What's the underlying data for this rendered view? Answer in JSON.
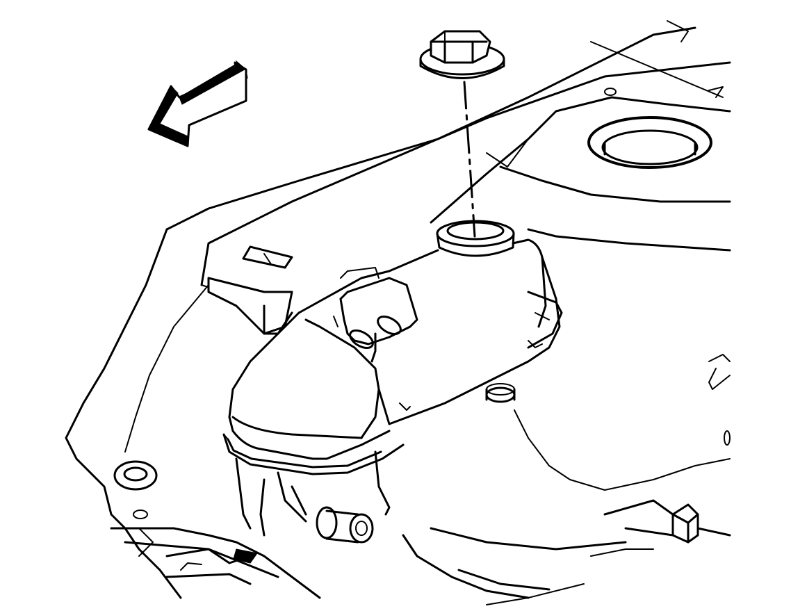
{
  "figure": {
    "colors": {
      "line": "#000000",
      "background": "#ffffff"
    },
    "parts": [
      "direction-arrow",
      "reservoir-cap",
      "coolant-reservoir",
      "strut-tower",
      "fender-panel",
      "mounting-grommet",
      "hose-outlet"
    ]
  }
}
